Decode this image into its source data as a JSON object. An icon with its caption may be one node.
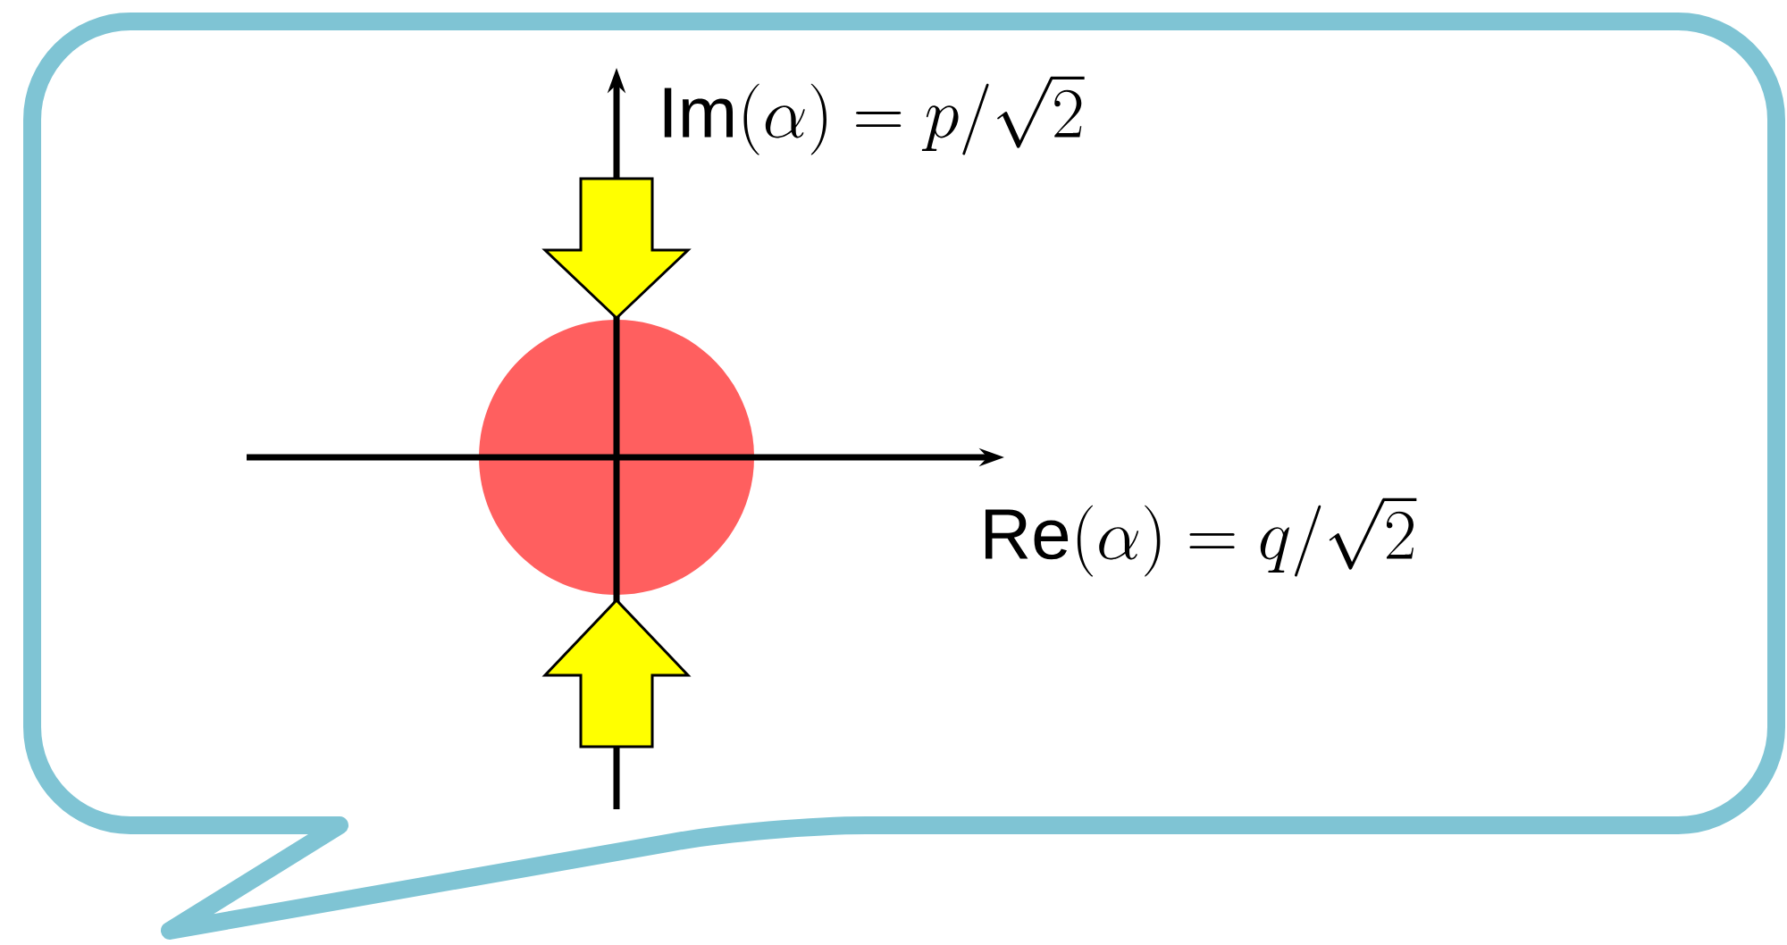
{
  "diagram": {
    "nodes": [
      {
        "text": [],
        "shape": "circle"
      }
    ],
    "labels": [
      "\\mathsf{Im}(\\alpha) = p/\\sqrt{2}",
      "\\mathsf{Re}(\\alpha) = q/\\sqrt{2}"
    ]
  }
}
